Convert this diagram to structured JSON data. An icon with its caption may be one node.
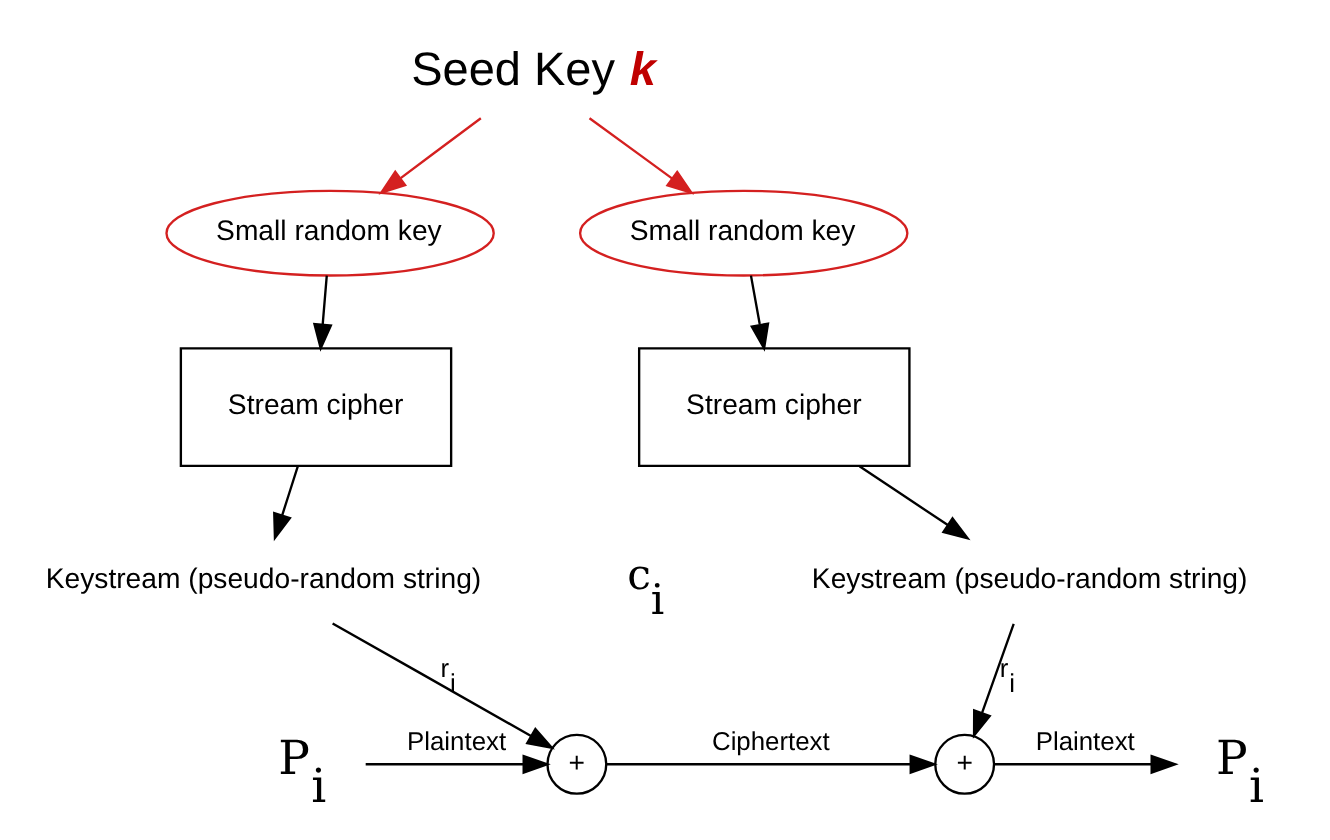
{
  "diagram": {
    "nodes": [
      {
        "text": [
          "Seed Key **k**"
        ]
      },
      {
        "text": [
          "Small random key"
        ]
      },
      {
        "text": [
          "Small random key"
        ]
      },
      {
        "text": [
          "Stream cipher"
        ]
      },
      {
        "text": [
          "Stream cipher"
        ]
      },
      {
        "text": [
          "Keystream (pseudo-random string)"
        ]
      },
      {
        "text": [
          "Keystream (pseudo-random string)"
        ]
      },
      {
        "text": [
          "+"
        ]
      },
      {
        "text": [
          "+"
        ]
      },
      {
        "text": [
          "P$_{i}$"
        ]
      },
      {
        "text": [
          "P$_{i}$"
        ]
      }
    ],
    "edges": [
      {
        "from": 0,
        "to": 1,
        "arrow": "to",
        "color": "#d42020"
      },
      {
        "from": 0,
        "to": 2,
        "arrow": "to",
        "color": "#d42020"
      },
      {
        "from": 1,
        "to": 3,
        "arrow": "to"
      },
      {
        "from": 3,
        "to": 5,
        "arrow": "to"
      },
      {
        "from": 5,
        "to": 7,
        "arrow": "to",
        "label": "r$_{i}$"
      },
      {
        "from": 9,
        "to": 7,
        "arrow": "to",
        "label": "Plaintext"
      },
      {
        "from": 7,
        "to": 8,
        "arrow": "to",
        "label": "Ciphertext"
      },
      {
        "from": 2,
        "to": 4,
        "arrow": "to"
      },
      {
        "from": 4,
        "to": 6,
        "arrow": "to"
      },
      {
        "from": 6,
        "to": 8,
        "arrow": "to",
        "label": "r$_{i}$"
      },
      {
        "from": 8,
        "to": 10,
        "arrow": "to",
        "label": "Plaintext"
      }
    ],
    "labels": [
      "c$_{i}$"
    ]
  }
}
